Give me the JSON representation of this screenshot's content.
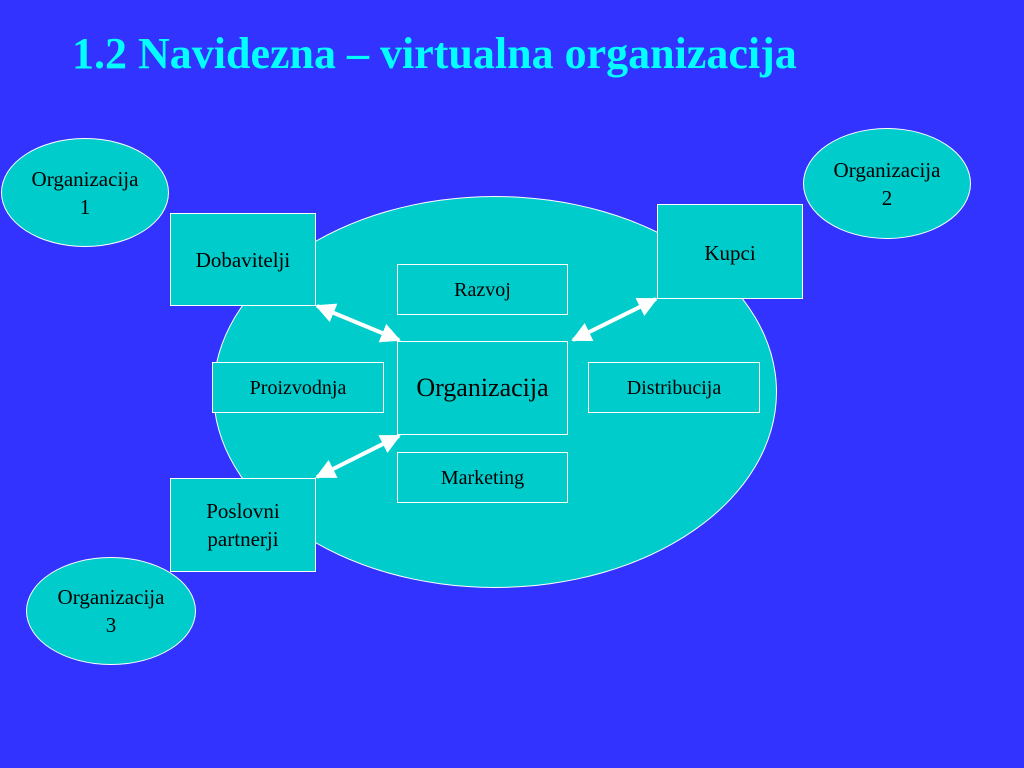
{
  "slide": {
    "title": "1.2 Navidezna – virtualna organizacija"
  },
  "colors": {
    "background": "#3333ff",
    "title": "#00ffff",
    "shape_fill": "#00cccc",
    "outline": "#ffffff",
    "text": "#000000"
  },
  "external_orgs": [
    {
      "line1": "Organizacija",
      "line2": "1"
    },
    {
      "line1": "Organizacija",
      "line2": "2"
    },
    {
      "line1": "Organizacija",
      "line2": "3"
    }
  ],
  "external_boxes": {
    "suppliers": "Dobavitelji",
    "customers": "Kupci",
    "partners_line1": "Poslovni",
    "partners_line2": "partnerji"
  },
  "core": {
    "center": "Organizacija",
    "top": "Razvoj",
    "left": "Proizvodnja",
    "right": "Distribucija",
    "bottom": "Marketing"
  },
  "connectors": [
    {
      "from": "Organizacija",
      "to": "Dobavitelji",
      "style": "double-arrow"
    },
    {
      "from": "Organizacija",
      "to": "Kupci",
      "style": "double-arrow"
    },
    {
      "from": "Organizacija",
      "to": "Poslovni partnerji",
      "style": "double-arrow"
    }
  ]
}
